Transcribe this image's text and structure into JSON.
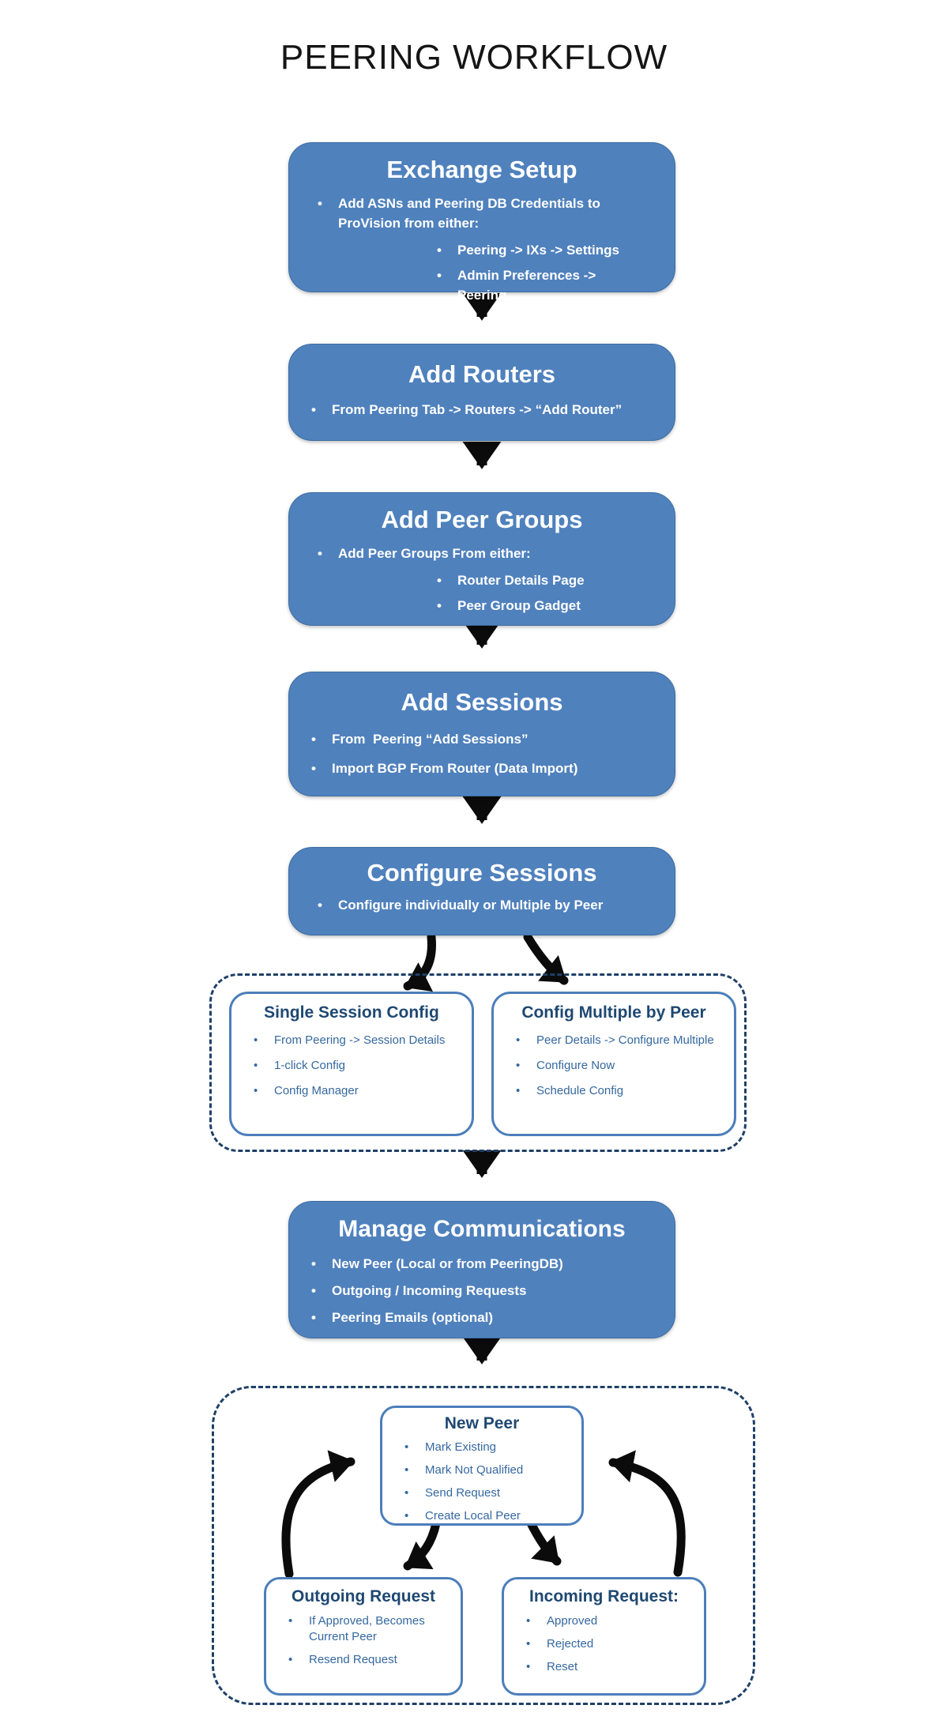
{
  "title": "PEERING WORKFLOW",
  "colors": {
    "box_fill": "#4F81BD",
    "box_text": "#FFFFFF",
    "white_box_border": "#4C7EBB",
    "white_box_title": "#1F4872",
    "white_box_bullet": "#35689F",
    "dashed_border": "#1F4068",
    "arrow": "#0B0B0B",
    "page_title": "#151515"
  },
  "flow": {
    "exchange_setup": {
      "title": "Exchange Setup",
      "bullets": [
        "Add ASNs and Peering DB Credentials to ProVision from either:"
      ],
      "sub_bullets": [
        "Peering -> IXs -> Settings",
        "Admin Preferences -> Peering"
      ]
    },
    "add_routers": {
      "title": "Add Routers",
      "bullets": [
        "From Peering Tab -> Routers -> “Add Router”"
      ]
    },
    "add_peer_groups": {
      "title": "Add Peer Groups",
      "bullets": [
        "Add Peer Groups From either:"
      ],
      "sub_bullets": [
        "Router Details Page",
        "Peer Group Gadget"
      ]
    },
    "add_sessions": {
      "title": "Add Sessions",
      "bullets": [
        "From  Peering “Add Sessions”",
        "Import BGP From Router (Data Import)"
      ]
    },
    "configure_sessions": {
      "title": "Configure Sessions",
      "bullets": [
        "Configure individually or Multiple by Peer"
      ]
    },
    "single_session_config": {
      "title": "Single Session Config",
      "bullets": [
        "From Peering -> Session Details",
        "1-click Config",
        "Config Manager"
      ]
    },
    "config_multiple_by_peer": {
      "title": "Config Multiple by Peer",
      "bullets": [
        "Peer Details -> Configure Multiple",
        "Configure Now",
        "Schedule Config"
      ]
    },
    "manage_communications": {
      "title": "Manage Communications",
      "bullets": [
        "New Peer (Local or from PeeringDB)",
        "Outgoing / Incoming Requests",
        "Peering Emails (optional)"
      ]
    },
    "new_peer": {
      "title": "New Peer",
      "bullets": [
        "Mark Existing",
        "Mark Not Qualified",
        "Send Request",
        "Create Local Peer"
      ]
    },
    "outgoing_request": {
      "title": "Outgoing Request",
      "bullets": [
        "If Approved, Becomes Current Peer",
        "Resend Request"
      ]
    },
    "incoming_request": {
      "title": "Incoming Request:",
      "bullets": [
        "Approved",
        "Rejected",
        "Reset"
      ]
    }
  }
}
